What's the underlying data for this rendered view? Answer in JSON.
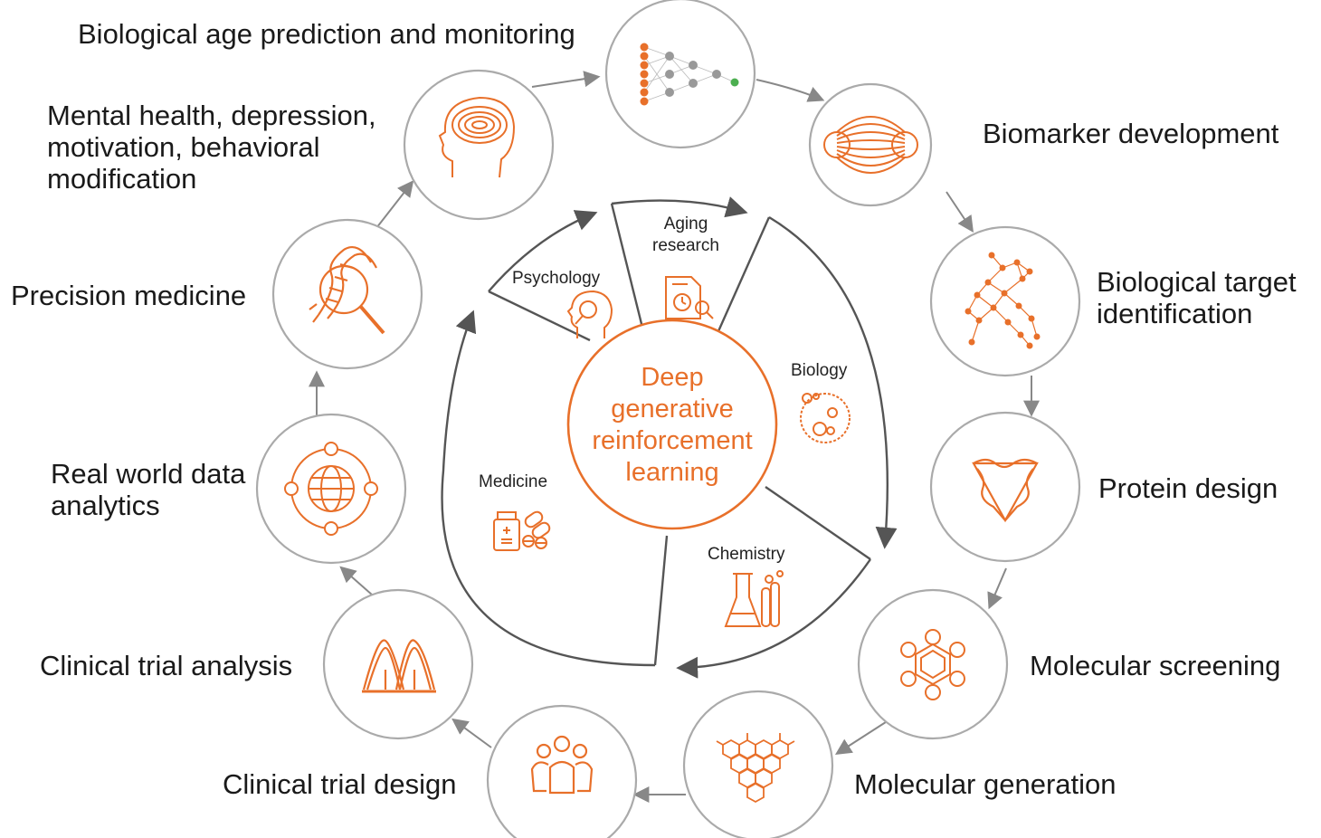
{
  "center": {
    "lines": [
      "Deep",
      "generative",
      "reinforcement",
      "learning"
    ]
  },
  "sectors": [
    {
      "name": "psychology",
      "label_lines": [
        "Psychology"
      ],
      "icon": "head-magnifier-icon"
    },
    {
      "name": "aging",
      "label_lines": [
        "Aging",
        "research"
      ],
      "icon": "document-clock-icon"
    },
    {
      "name": "biology",
      "label_lines": [
        "Biology"
      ],
      "icon": "cell-icon"
    },
    {
      "name": "chemistry",
      "label_lines": [
        "Chemistry"
      ],
      "icon": "flask-tubes-icon"
    },
    {
      "name": "medicine",
      "label_lines": [
        "Medicine"
      ],
      "icon": "pills-bottle-icon"
    }
  ],
  "applications": [
    {
      "name": "biological-age",
      "label": "Biological age prediction and monitoring",
      "icon": "neural-network-icon"
    },
    {
      "name": "biomarker",
      "label": "Biomarker development",
      "icon": "spindle-icon"
    },
    {
      "name": "target-identification",
      "label": "Biological target identification",
      "icon": "molecular-network-icon"
    },
    {
      "name": "protein-design",
      "label": "Protein design",
      "icon": "protein-fold-icon"
    },
    {
      "name": "molecular-screening",
      "label": "Molecular screening",
      "icon": "hexagon-molecule-icon"
    },
    {
      "name": "molecular-generation",
      "label": "Molecular generation",
      "icon": "hexagon-lattice-icon"
    },
    {
      "name": "clinical-trial-design",
      "label": "Clinical trial design",
      "icon": "people-group-icon"
    },
    {
      "name": "clinical-trial-analysis",
      "label": "Clinical trial analysis",
      "icon": "double-peak-curve-icon"
    },
    {
      "name": "real-world-data",
      "label": "Real world data analytics",
      "icon": "globe-orbit-icon"
    },
    {
      "name": "precision-medicine",
      "label": "Precision medicine",
      "icon": "dna-magnifier-icon"
    },
    {
      "name": "mental-health",
      "label": "Mental health, depression, motivation, behavioral modification",
      "icon": "brain-head-icon"
    }
  ],
  "colors": {
    "accent": "#e8702a",
    "circle_stroke": "#aaaaaa",
    "arrow": "#888888",
    "inner_stroke": "#555555"
  }
}
